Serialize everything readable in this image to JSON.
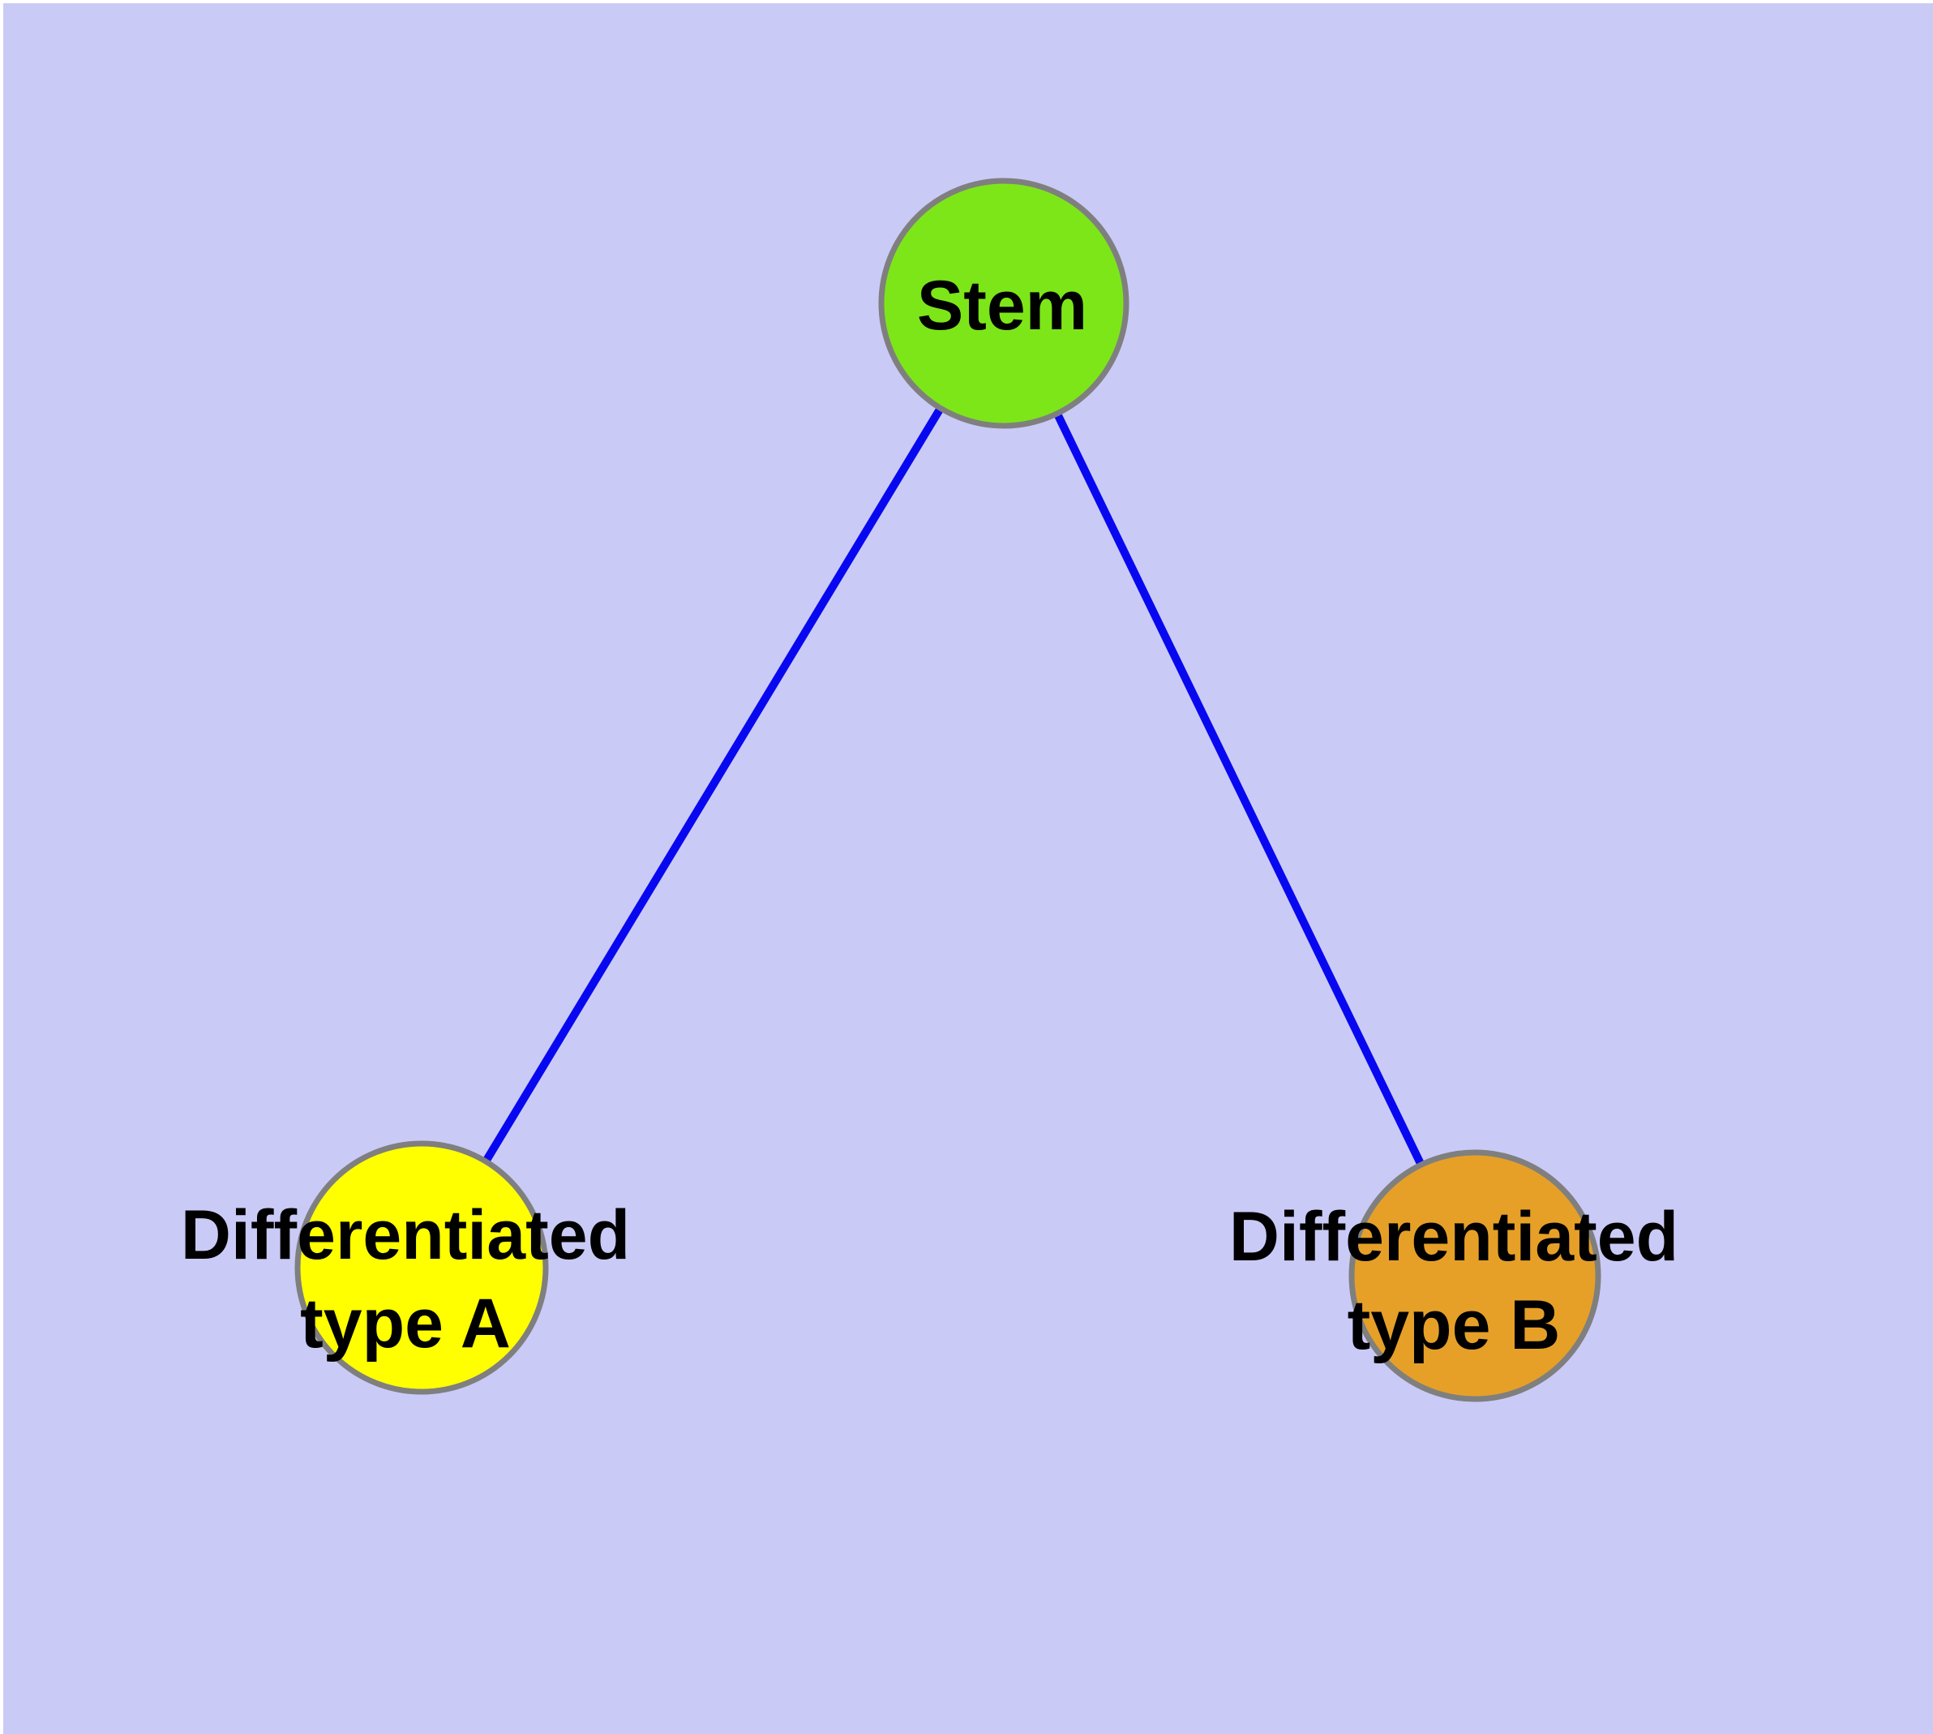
{
  "diagram": {
    "type": "graph",
    "background_color": "#cacaf7",
    "frame_color": "#ffffff",
    "edge_color": "#0808f0",
    "node_border_color": "#7f7f7f",
    "text_color": "#000000",
    "nodes": [
      {
        "id": "stem",
        "label": "Stem",
        "fill": "#7de619",
        "shape": "circle"
      },
      {
        "id": "differentiated-type-a",
        "label_line1": "Differentiated",
        "label_line2": "type A",
        "fill": "#ffff00",
        "shape": "circle"
      },
      {
        "id": "differentiated-type-b",
        "label_line1": "Differentiated",
        "label_line2": "type B",
        "fill": "#e6a028",
        "shape": "circle"
      }
    ],
    "edges": [
      {
        "from": "stem",
        "to": "differentiated-type-a"
      },
      {
        "from": "stem",
        "to": "differentiated-type-b"
      }
    ]
  }
}
